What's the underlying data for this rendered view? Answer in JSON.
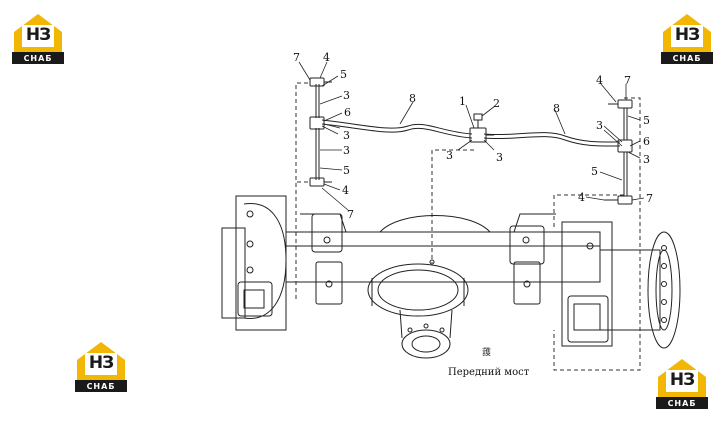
{
  "logo": {
    "mark": "НЗ",
    "subtitle": "СНАБ",
    "accent": "#f2b705",
    "dark": "#1a1a1a"
  },
  "callouts": [
    "1",
    "2",
    "3",
    "4",
    "5",
    "6",
    "7",
    "8"
  ],
  "caption": "Передний мост",
  "note_mark": "䕶"
}
